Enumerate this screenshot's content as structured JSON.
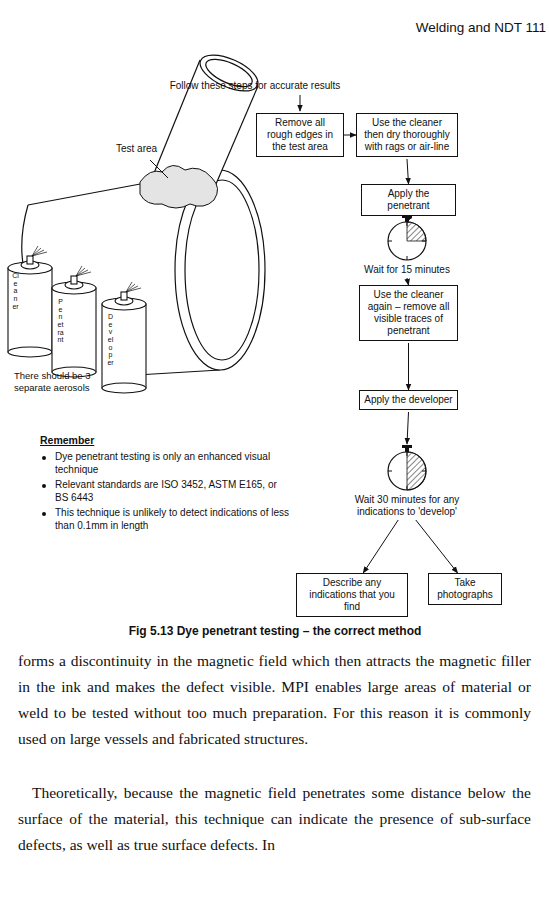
{
  "diagram": {
    "caption": "Fig 5.13 Dye penetrant testing – the correct method",
    "nodes": [
      {
        "text": [
          "Remove all rough edges in the test area"
        ]
      },
      {
        "text": [
          "Use the cleaner then dry thoroughly with rags or air-line"
        ]
      },
      {
        "text": [
          "Apply the penetrant"
        ]
      },
      {
        "text": [
          "Wait for 15 minutes"
        ]
      },
      {
        "text": [
          "Use the cleaner again – remove all visible traces of penetrant"
        ]
      },
      {
        "text": [
          "Apply the developer"
        ]
      },
      {
        "text": [
          "Wait 30 minutes for any indications to 'develop'"
        ]
      },
      {
        "text": [
          "Describe any indications that you find"
        ]
      },
      {
        "text": [
          "Take photographs"
        ]
      }
    ],
    "edges": [
      {
        "from": 0,
        "to": 1,
        "arrow": "to"
      },
      {
        "from": 1,
        "to": 2,
        "arrow": "to"
      },
      {
        "from": 2,
        "to": 3,
        "arrow": "to"
      },
      {
        "from": 3,
        "to": 4,
        "arrow": "to"
      },
      {
        "from": 4,
        "to": 5,
        "arrow": "to"
      },
      {
        "from": 5,
        "to": 6,
        "arrow": "to"
      },
      {
        "from": 6,
        "to": 7,
        "arrow": "to"
      },
      {
        "from": 6,
        "to": 8,
        "arrow": "to"
      }
    ],
    "labels": [
      "Welding and NDT",
      "111",
      "Follow these steps for accurate results",
      "Test area",
      "Cleaner",
      "Penetrant",
      "Developer",
      "There should be 3 separate aerosols",
      "Remember",
      "Dye penetrant testing is only an enhanced visual technique",
      "Relevant standards are ISO 3452, ASTM E165, or BS 6443",
      "This technique is unlikely to detect indications of less than 0.1mm in length",
      "forms a discontinuity in the magnetic field which then attracts the magnetic filler in the ink and makes the defect visible. MPI enables large areas of material or weld to be tested without too much preparation. For this reason it is commonly used on large vessels and fabricated structures.",
      "Theoretically, because the magnetic field penetrates some distance below the surface of the material, this technique can indicate the presence of sub-surface defects, as well as true surface defects. In"
    ]
  }
}
